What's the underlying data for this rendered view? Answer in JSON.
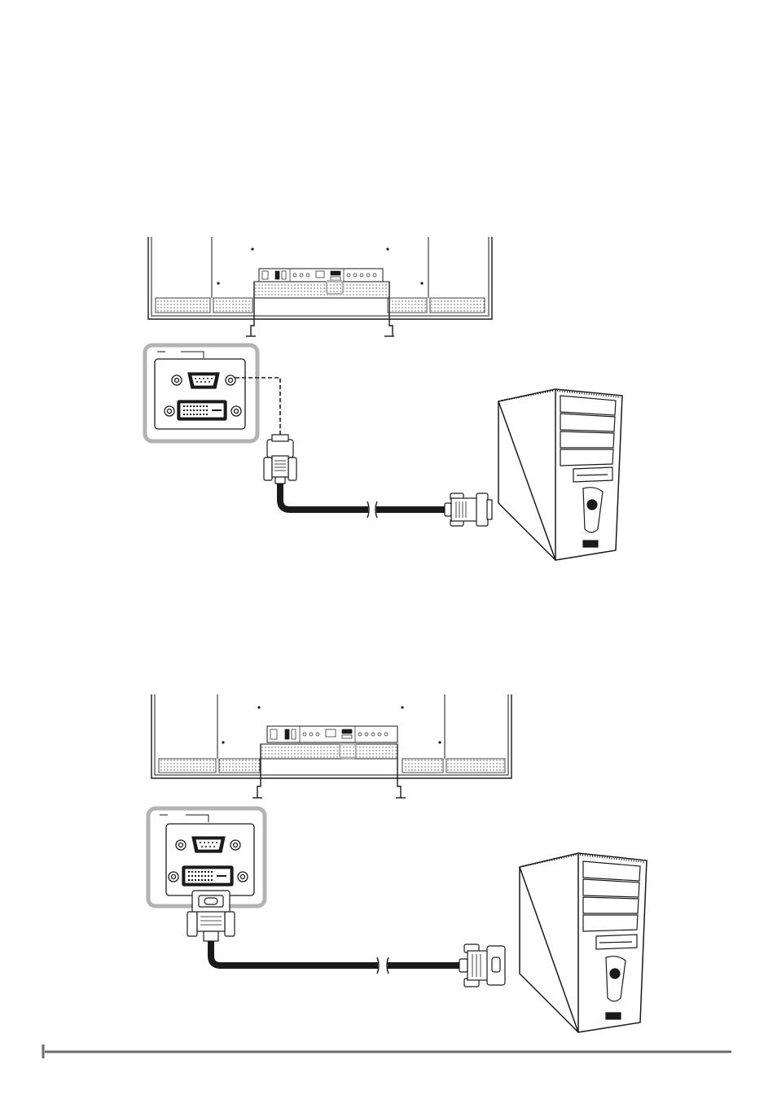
{
  "page": {
    "background": "#ffffff",
    "line_color": "#1a1a1a",
    "highlight_color": "#b3b3b3",
    "footer_rule_color": "#6b6b6b"
  },
  "diagrams": [
    {
      "id": "vga-connection",
      "connector": "vga-15pin",
      "cable": "solid-with-break"
    },
    {
      "id": "dvi-connection",
      "connector": "dvi-d",
      "cable": "solid-with-break"
    }
  ]
}
